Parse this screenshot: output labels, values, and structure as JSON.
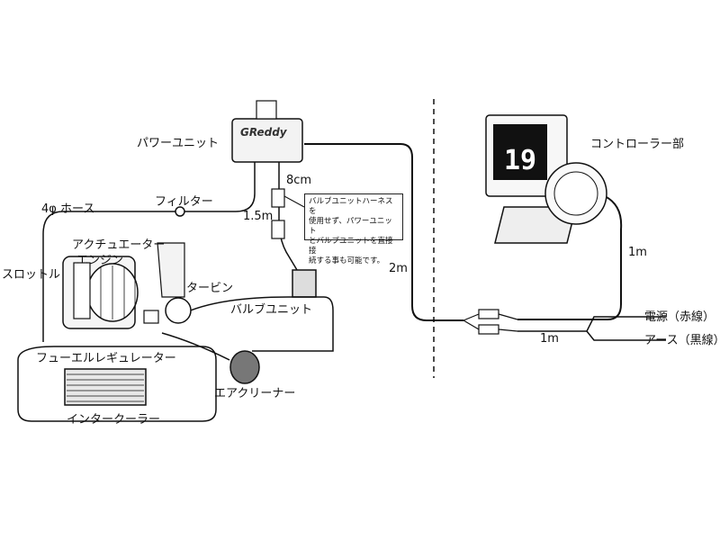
{
  "labels": {
    "power_unit": "パワーユニット",
    "controller": "コントローラー部",
    "hose": "4φ ホース",
    "filter": "フィルター",
    "actuator": "アクチュエーター",
    "engine": "エンジン",
    "throttle": "スロットル",
    "turbine": "タービン",
    "valve_unit": "バルブユニット",
    "fuel_regulator": "フューエルレギュレーター",
    "air_cleaner": "エアクリーナー",
    "intercooler": "インタークーラー",
    "power_red": "電源（赤線）",
    "ground_black": "アース（黒線）"
  },
  "lengths": {
    "len_8cm": "8cm",
    "len_1_5m": "1.5m",
    "len_2m": "2m",
    "len_1m_controller": "1m",
    "len_1m_power": "1m"
  },
  "note_lines": [
    "バルブユニットハーネスを",
    "使用せず、パワーユニット",
    "とバルブユニットを直接接",
    "続する事も可能です。"
  ],
  "brand_logo": "GReddy",
  "controller_display": "19"
}
